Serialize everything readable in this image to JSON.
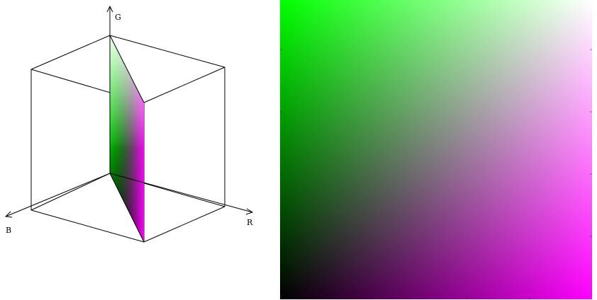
{
  "axes": {
    "g_label": "G",
    "b_label": "B",
    "r_label": "R"
  },
  "colors": {
    "black": "#000000",
    "green": "#00ff00",
    "magenta": "#ff00ff",
    "white": "#ffffff",
    "line": "#000000"
  },
  "plane": {
    "bottom_left": "black",
    "bottom_right": "magenta",
    "top_left": "green",
    "top_right": "white"
  }
}
